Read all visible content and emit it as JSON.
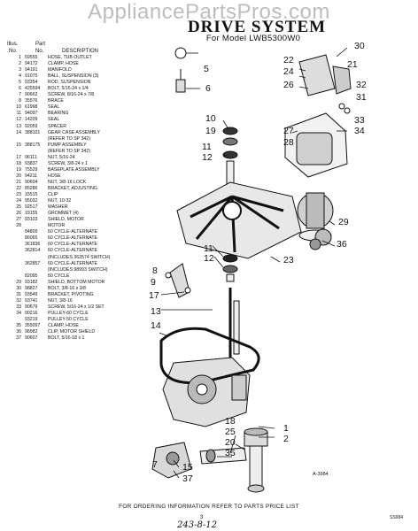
{
  "watermark": "AppliancePartsPros.com",
  "title": "DRIVE SYSTEM",
  "subtitle": "For Model LWB5300W0",
  "columns": {
    "illus": "Illus.",
    "part": "Part",
    "no": "No.",
    "no2": "No.",
    "description": "DESCRIPTION"
  },
  "parts": [
    {
      "no": "1",
      "part": "59555",
      "desc": "HOSE, TUB OUTLET"
    },
    {
      "no": "2",
      "part": "94172",
      "desc": "CLAMP, HOSE"
    },
    {
      "no": "3",
      "part": "94191",
      "desc": "MANIFOLD"
    },
    {
      "no": "4",
      "part": "91075",
      "desc": "BALL, SUSPENSION (3)"
    },
    {
      "no": "5",
      "part": "93354",
      "desc": "ROD, SUSPENSION"
    },
    {
      "no": "6",
      "part": "425594",
      "desc": "BOLT, 5/16-24 x 1/4"
    },
    {
      "no": "7",
      "part": "90662",
      "desc": "SCREW, 8/16-24 x 7/8"
    },
    {
      "no": "8",
      "part": "35576",
      "desc": "BRACE"
    },
    {
      "no": "10",
      "part": "61998",
      "desc": "SEAL"
    },
    {
      "no": "11",
      "part": "94097",
      "desc": "BEARING"
    },
    {
      "no": "12",
      "part": "14209",
      "desc": "SEAL"
    },
    {
      "no": "13",
      "part": "92059",
      "desc": "SPACER"
    },
    {
      "no": "14",
      "part": "388101",
      "desc": "GEAR CASE ASSEMBLY"
    },
    {
      "no": "",
      "part": "",
      "desc": "(REFER TO SP 342)"
    },
    {
      "no": "15",
      "part": "388175",
      "desc": "PUMP ASSEMBLY"
    },
    {
      "no": "",
      "part": "",
      "desc": "(REFER TO SP 342)"
    },
    {
      "no": "17",
      "part": "96111",
      "desc": "NUT, 5/16-24"
    },
    {
      "no": "18",
      "part": "93837",
      "desc": "SCREW, 3/8-24 x 1"
    },
    {
      "no": "19",
      "part": "75529",
      "desc": "BASEPLATE ASSEMBLY"
    },
    {
      "no": "20",
      "part": "94211",
      "desc": "HOSE"
    },
    {
      "no": "21",
      "part": "90604",
      "desc": "NUT, 3/8-16 LOCK"
    },
    {
      "no": "22",
      "part": "85286",
      "desc": "BRACKET, ADJUSTING"
    },
    {
      "no": "23",
      "part": "15515",
      "desc": "CLIP"
    },
    {
      "no": "24",
      "part": "95032",
      "desc": "NUT, 10-32"
    },
    {
      "no": "25",
      "part": "92517",
      "desc": "WASHER"
    },
    {
      "no": "26",
      "part": "19155",
      "desc": "GROMMET (4)"
    },
    {
      "no": "27",
      "part": "93103",
      "desc": "SHIELD, MOTOR"
    },
    {
      "no": "28",
      "part": "",
      "desc": "MOTOR"
    },
    {
      "no": "",
      "part": "84809",
      "desc": "60 CYCLE-ALTERNATE"
    },
    {
      "no": "",
      "part": "86065",
      "desc": "60 CYCLE-ALTERNATE"
    },
    {
      "no": "",
      "part": "361836",
      "desc": "60 CYCLE-ALTERNATE"
    },
    {
      "no": "",
      "part": "362814",
      "desc": "60 CYCLE-ALTERNATE"
    },
    {
      "no": "",
      "part": "",
      "desc": "(INCLUDES 362574 SWITCH)"
    },
    {
      "no": "",
      "part": "362857",
      "desc": "60 CYCLE-ALTERNATE"
    },
    {
      "no": "",
      "part": "",
      "desc": "(INCLUDES 98993 SWITCH)"
    },
    {
      "no": "",
      "part": "82095",
      "desc": "50 CYCLE"
    },
    {
      "no": "29",
      "part": "93182",
      "desc": "SHIELD, BOTTOM MOTOR"
    },
    {
      "no": "30",
      "part": "98827",
      "desc": "BOLT, 3/8-16 x 3/8"
    },
    {
      "no": "31",
      "part": "93549",
      "desc": "BRACKET, PIVOTING"
    },
    {
      "no": "32",
      "part": "93741",
      "desc": "NUT, 3/8-16"
    },
    {
      "no": "33",
      "part": "90679",
      "desc": "SCREW, 5/16-24 x 1/2 SET"
    },
    {
      "no": "34",
      "part": "90216",
      "desc": "PULLEY-60 CYCLE"
    },
    {
      "no": "",
      "part": "93219",
      "desc": "PULLEY-50 CYCLE"
    },
    {
      "no": "35",
      "part": "355097",
      "desc": "CLAMP, HOSE"
    },
    {
      "no": "36",
      "part": "98982",
      "desc": "CLIP, MOTOR SHIELD"
    },
    {
      "no": "37",
      "part": "90607",
      "desc": "BOLT, 5/16-18 x 1"
    }
  ],
  "callouts": {
    "c30": "30",
    "c22": "22",
    "c24": "24",
    "c26": "26",
    "c21": "21",
    "c32": "32",
    "c31": "31",
    "c33": "33",
    "c34": "34",
    "c27": "27",
    "c28": "28",
    "c29": "29",
    "c36": "36",
    "c23": "23",
    "c5": "5",
    "c6": "6",
    "c10": "10",
    "c19": "19",
    "c11": "11",
    "c12": "12",
    "c11b": "11",
    "c12b": "12",
    "c8": "8",
    "c9": "9",
    "c17": "17",
    "c13": "13",
    "c14": "14",
    "c1": "1",
    "c2": "2",
    "c18": "18",
    "c25": "25",
    "c20": "20",
    "c35": "35",
    "c15": "15",
    "c37": "37",
    "c7": "7"
  },
  "figure_ref": "A-3984",
  "footer": "FOR ORDERING INFORMATION REFER TO PARTS PRICE LIST",
  "page_number": "3",
  "doc_id": "SS984",
  "handwriting": "243-8-12"
}
